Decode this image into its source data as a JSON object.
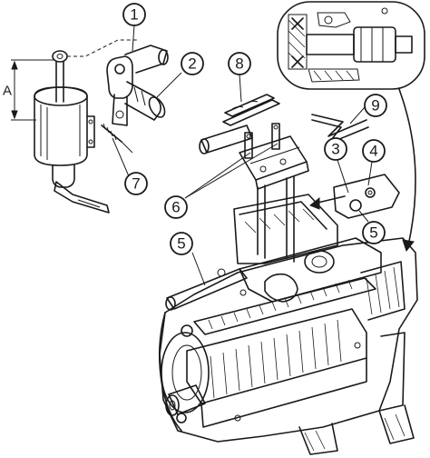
{
  "callouts": [
    {
      "id": "c1",
      "label": "1"
    },
    {
      "id": "c2",
      "label": "2"
    },
    {
      "id": "c3",
      "label": "3"
    },
    {
      "id": "c4",
      "label": "4"
    },
    {
      "id": "c5a",
      "label": "5"
    },
    {
      "id": "c5b",
      "label": "5"
    },
    {
      "id": "c6",
      "label": "6"
    },
    {
      "id": "c7",
      "label": "7"
    },
    {
      "id": "c8",
      "label": "8"
    },
    {
      "id": "c9",
      "label": "9"
    }
  ],
  "dimension": {
    "label": "A"
  },
  "colors": {
    "ink": "#1a1a1a",
    "paper": "#ffffff"
  }
}
